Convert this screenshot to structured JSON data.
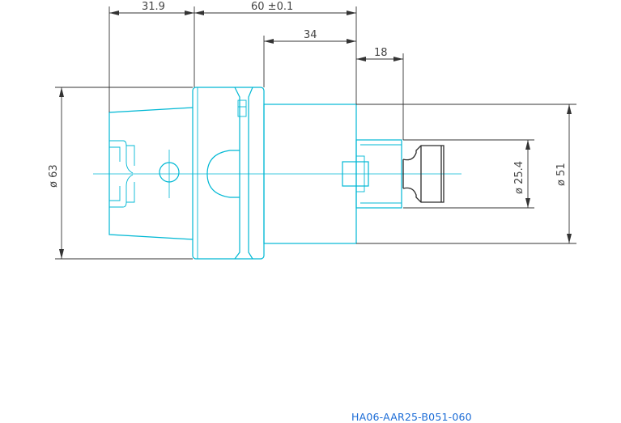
{
  "drawing": {
    "part_number": "HA06-AAR25-B051-060",
    "colors": {
      "outline": "#00b8d4",
      "dimension": "#333333",
      "label": "#1a6bd6"
    },
    "dimensions": {
      "flange_length": "31.9",
      "gauge_length": "60 ±0.1",
      "body_length": "34",
      "nose_length": "18",
      "flange_diameter": "ø 63",
      "bore_diameter": "ø 25.4",
      "body_diameter": "ø 51"
    }
  }
}
